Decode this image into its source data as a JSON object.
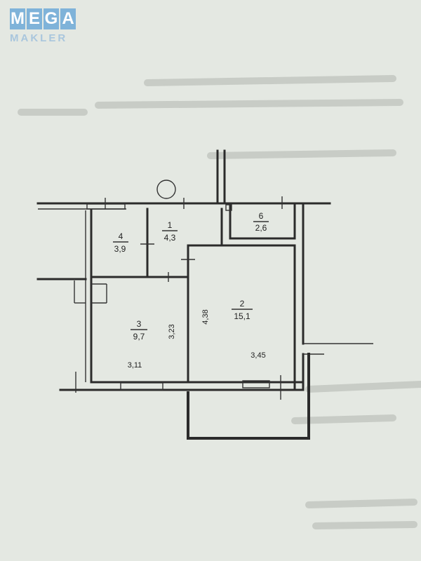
{
  "logo": {
    "word1": "MEGA",
    "word2": "MAKLER",
    "accent_color": "#7fb3d9"
  },
  "rooms": [
    {
      "id": "room-1",
      "number": "1",
      "area": "4,3"
    },
    {
      "id": "room-2",
      "number": "2",
      "area": "15,1"
    },
    {
      "id": "room-3",
      "number": "3",
      "area": "9,7"
    },
    {
      "id": "room-4",
      "number": "4",
      "area": "3,9"
    },
    {
      "id": "room-6",
      "number": "6",
      "area": "2,6"
    }
  ],
  "dimensions": {
    "room3_height": "3,23",
    "room3_width": "3,11",
    "room2_height": "4,38",
    "room2_width": "3,45"
  }
}
